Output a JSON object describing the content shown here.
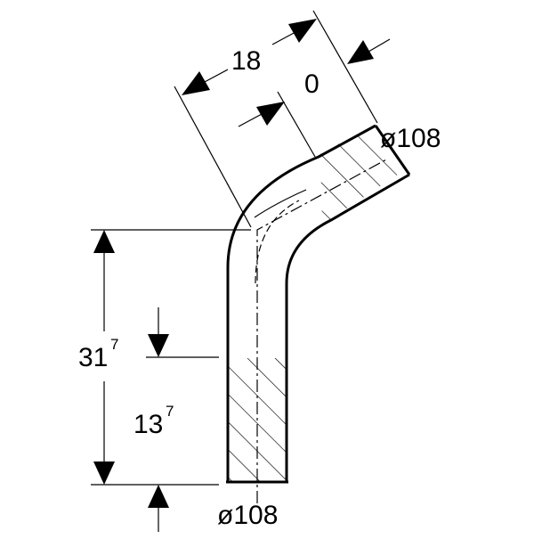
{
  "dimensions": {
    "top_length": "18",
    "top_offset": "0",
    "top_diameter": "ø108",
    "bottom_diameter": "ø108",
    "total_height_main": "31",
    "total_height_sup": "7",
    "insert_depth_main": "13",
    "insert_depth_sup": "7"
  }
}
